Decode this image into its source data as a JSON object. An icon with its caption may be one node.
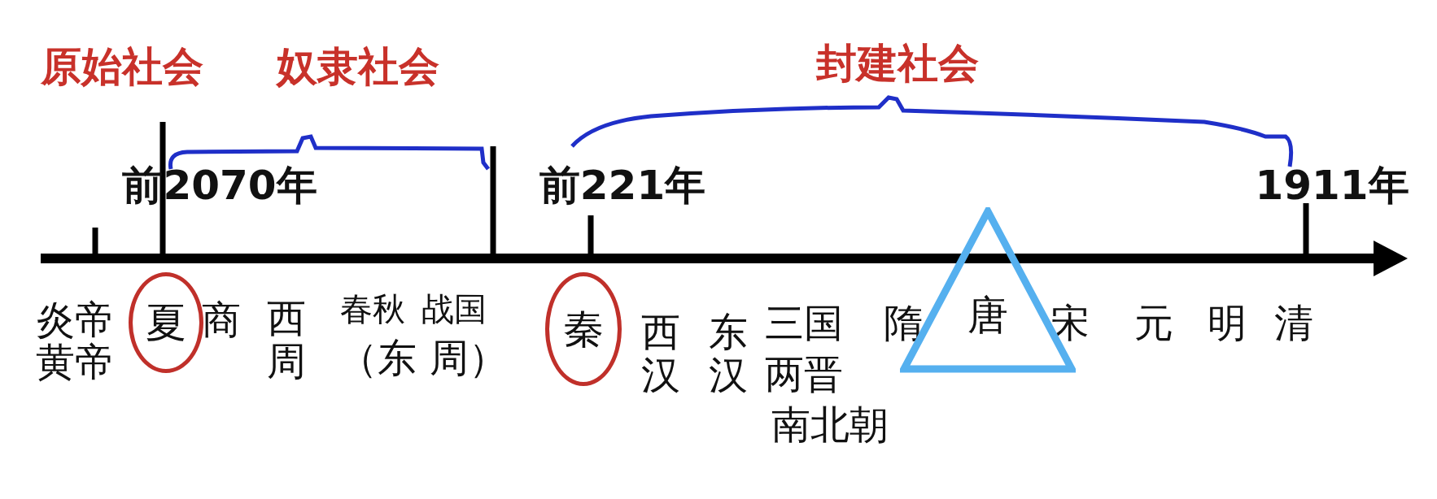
{
  "diagram": {
    "nodes": [
      {
        "text": [
          "夏"
        ]
      },
      {
        "text": [
          "秦"
        ]
      },
      {
        "text": [
          "唐"
        ]
      }
    ],
    "labels": [
      "原始社会",
      "奴隶社会",
      "封建社会",
      "前2070年",
      "前221年",
      "1911年",
      "炎帝",
      "黄帝",
      "商",
      "西周",
      "春秋",
      "战国",
      "（东 周）",
      "西汉",
      "东汉",
      "三国",
      "两晋",
      "南北朝",
      "隋",
      "宋",
      "元",
      "明",
      "清"
    ]
  }
}
